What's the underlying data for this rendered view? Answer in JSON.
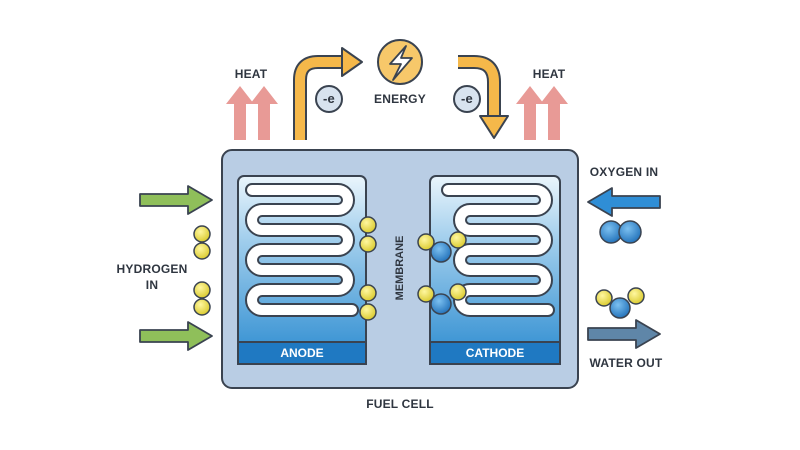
{
  "labels": {
    "heat_left": "HEAT",
    "heat_right": "HEAT",
    "energy": "ENERGY",
    "electron_left": "-e",
    "electron_right": "-e",
    "oxygen_in": "OXYGEN IN",
    "hydrogen_in_line1": "HYDROGEN",
    "hydrogen_in_line2": "IN",
    "water_out": "WATER OUT",
    "anode": "ANODE",
    "cathode": "CATHODE",
    "membrane": "MEMBRANE",
    "fuel_cell": "FUEL CELL"
  },
  "colors": {
    "cell_fill": "#b9cde4",
    "cell_stroke": "#3a4350",
    "electrode_light": "#e7f3fb",
    "electrode_dark": "#2e8fd3",
    "electrode_band": "#1f79c2",
    "heat_arrow": "#e89a96",
    "energy_arrow": "#f5b84a",
    "hydrogen_arrow": "#8fbf5a",
    "oxygen_arrow": "#2f8ed6",
    "water_arrow": "#5f86a8",
    "hydrogen_atom": "#e8d83a",
    "oxygen_atom": "#2f86cf"
  },
  "icons": [
    "lightning-bolt-icon",
    "electron-icon",
    "heat-arrow-icon",
    "flow-arrow-icon",
    "molecule-icon"
  ]
}
